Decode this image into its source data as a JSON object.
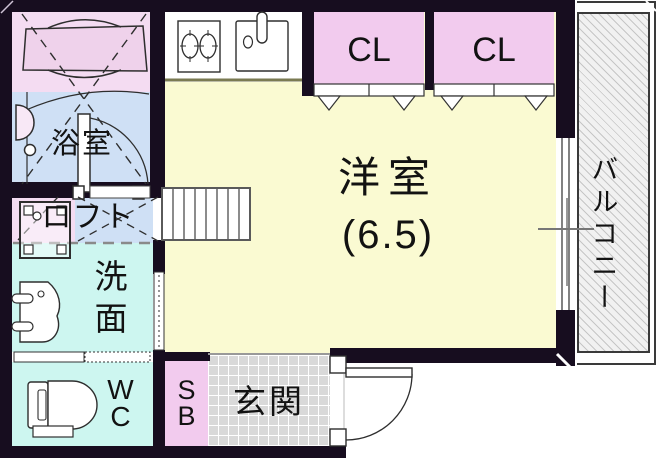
{
  "floorplan": {
    "title": "1K apartment floor plan",
    "rooms": {
      "western_room": {
        "label": "洋室",
        "size_label": "(6.5)",
        "size_tatami": 6.5
      },
      "bathroom": {
        "label": "浴室"
      },
      "loft": {
        "label": "ロフト"
      },
      "washroom": {
        "label": "洗\n面"
      },
      "wc": {
        "label": "W\nC"
      },
      "closet1": {
        "label": "CL"
      },
      "closet2": {
        "label": "CL"
      },
      "shoe_box": {
        "label": "S\nB"
      },
      "entrance": {
        "label": "玄関"
      },
      "balcony": {
        "label": "バルコニー"
      }
    },
    "fixtures": {
      "stove": "two-burner-stove-icon",
      "sink": "kitchen-sink-icon",
      "bathtub": "bathtub-icon",
      "bath_basin": "bath-basin-icon",
      "washbasin": "washbasin-icon",
      "washer_pan": "washing-machine-pan-icon",
      "toilet": "toilet-icon",
      "stairs": "loft-stairs-icon",
      "entry_door": "entry-door-swing-icon",
      "bath_door": "bath-door-swing-icon",
      "closet_doors": "folding-door-icon",
      "window": "sliding-window-icon"
    },
    "colors": {
      "wall": "#170d1f",
      "room_yellow": "#FAFAD2",
      "closet_pink": "#F2CBEE",
      "bath_blue": "#CFE0F5",
      "sanitary_cyan": "#CDF6F0",
      "entrance_tile": "#D9D9D9",
      "line": "#2e2e2e"
    }
  }
}
